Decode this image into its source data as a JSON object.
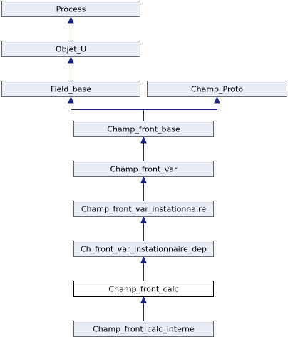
{
  "diagram": {
    "nodes": [
      {
        "id": "process",
        "label": "Process"
      },
      {
        "id": "objet_u",
        "label": "Objet_U"
      },
      {
        "id": "field_base",
        "label": "Field_base"
      },
      {
        "id": "champ_proto",
        "label": "Champ_Proto"
      },
      {
        "id": "champ_front_base",
        "label": "Champ_front_base"
      },
      {
        "id": "champ_front_var",
        "label": "Champ_front_var"
      },
      {
        "id": "champ_front_var_instationnaire",
        "label": "Champ_front_var_instationnaire"
      },
      {
        "id": "ch_front_var_instationnaire_dep",
        "label": "Ch_front_var_instationnaire_dep"
      },
      {
        "id": "champ_front_calc",
        "label": "Champ_front_calc",
        "current": true
      },
      {
        "id": "champ_front_calc_interne",
        "label": "Champ_front_calc_interne"
      }
    ],
    "edges": [
      {
        "from": "objet_u",
        "to": "process"
      },
      {
        "from": "field_base",
        "to": "objet_u"
      },
      {
        "from": "champ_front_base",
        "to": "field_base"
      },
      {
        "from": "champ_front_base",
        "to": "champ_proto"
      },
      {
        "from": "champ_front_var",
        "to": "champ_front_base"
      },
      {
        "from": "champ_front_var_instationnaire",
        "to": "champ_front_var"
      },
      {
        "from": "ch_front_var_instationnaire_dep",
        "to": "champ_front_var_instationnaire"
      },
      {
        "from": "champ_front_calc",
        "to": "ch_front_var_instationnaire_dep"
      },
      {
        "from": "champ_front_calc_interne",
        "to": "champ_front_calc"
      }
    ]
  }
}
